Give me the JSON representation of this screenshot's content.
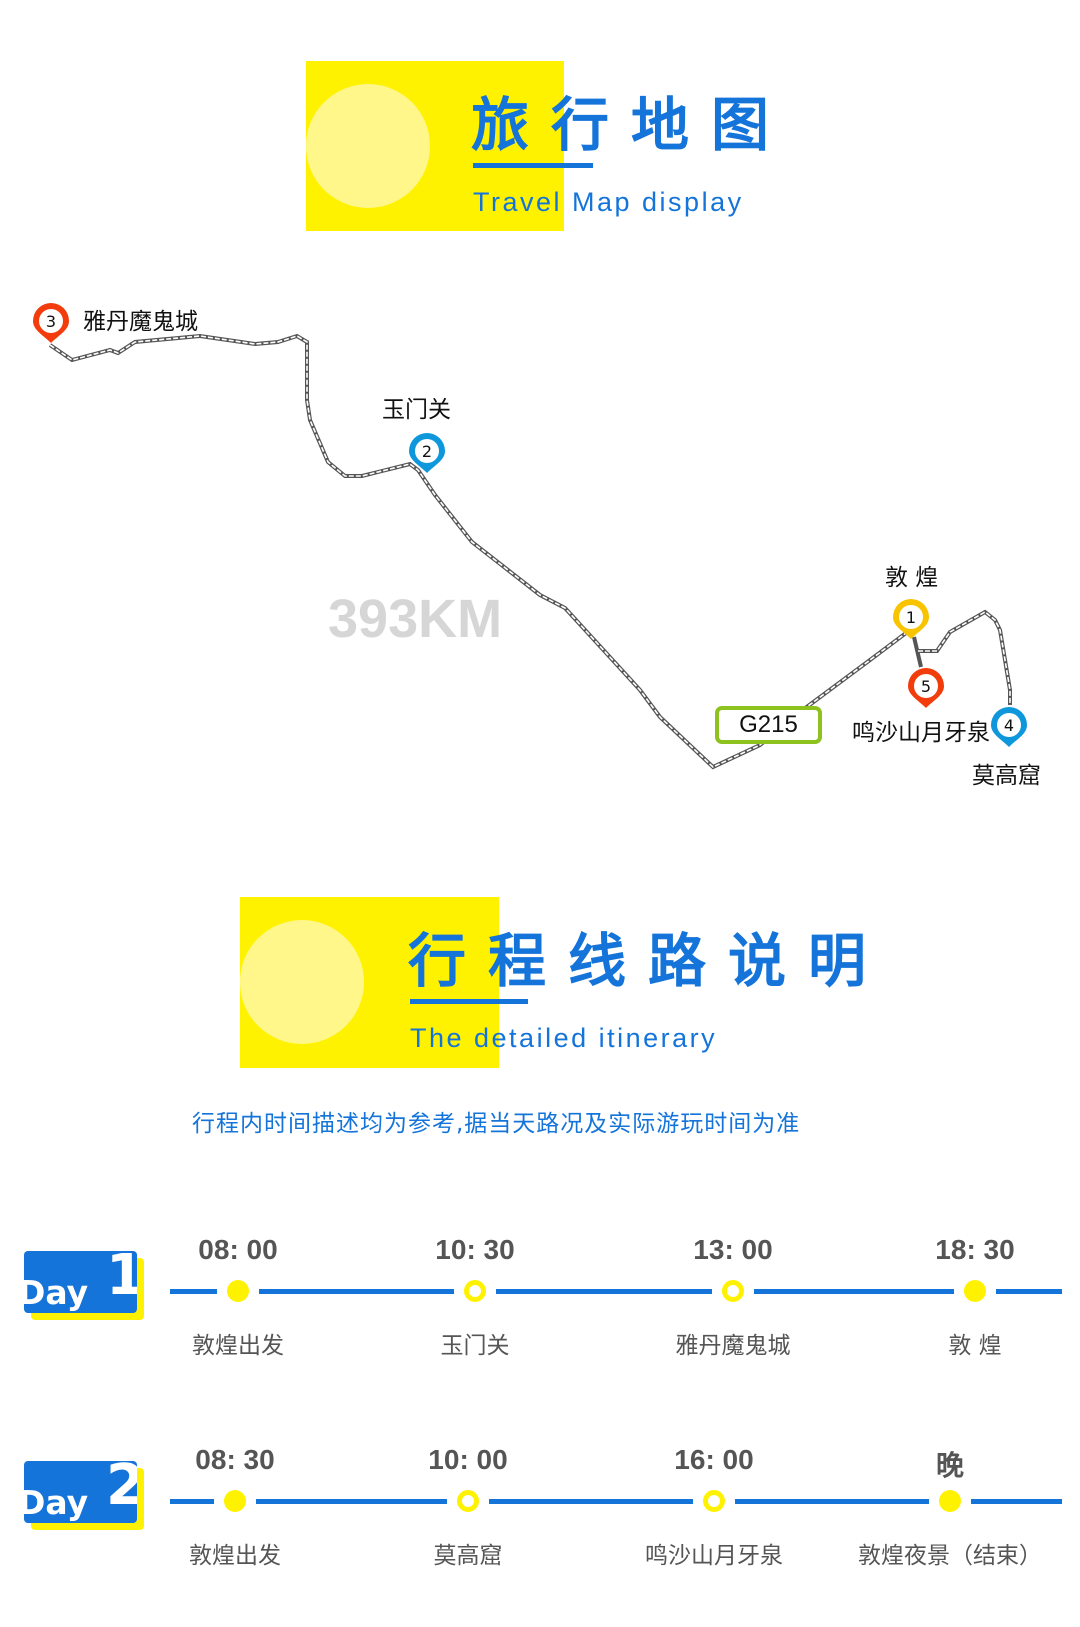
{
  "section1": {
    "title": "旅行地图",
    "subtitle": "Travel Map display"
  },
  "map": {
    "distance": "393KM",
    "road": "G215",
    "markers": [
      {
        "num": "1",
        "label": "敦 煌",
        "color": "#f8c400"
      },
      {
        "num": "2",
        "label": "玉门关",
        "color": "#0f97dc"
      },
      {
        "num": "3",
        "label": "雅丹魔鬼城",
        "color": "#f23c0c"
      },
      {
        "num": "4",
        "label": "莫高窟",
        "color": "#0f97dc"
      },
      {
        "num": "5",
        "label": "鸣沙山月牙泉",
        "color": "#f23c0c"
      }
    ]
  },
  "section2": {
    "title": "行程线路说明",
    "subtitle": "The detailed itinerary",
    "note": "行程内时间描述均为参考,据当天路况及实际游玩时间为准"
  },
  "days": [
    {
      "word": "Day",
      "num": "1",
      "stops": [
        {
          "time": "08: 00",
          "place": "敦煌出发",
          "dot": "filled"
        },
        {
          "time": "10: 30",
          "place": "玉门关",
          "dot": "ring"
        },
        {
          "time": "13: 00",
          "place": "雅丹魔鬼城",
          "dot": "ring"
        },
        {
          "time": "18: 30",
          "place": "敦 煌",
          "dot": "filled"
        }
      ]
    },
    {
      "word": "Day",
      "num": "2",
      "stops": [
        {
          "time": "08: 30",
          "place": "敦煌出发",
          "dot": "filled"
        },
        {
          "time": "10: 00",
          "place": "莫高窟",
          "dot": "ring"
        },
        {
          "time": "16: 00",
          "place": "鸣沙山月牙泉",
          "dot": "ring"
        },
        {
          "time": "晚",
          "place": "敦煌夜景（结束）",
          "dot": "filled"
        }
      ]
    }
  ],
  "colors": {
    "brand_blue": "#1474d9",
    "accent_yellow": "#fff200",
    "road_green": "#8dc21f"
  }
}
